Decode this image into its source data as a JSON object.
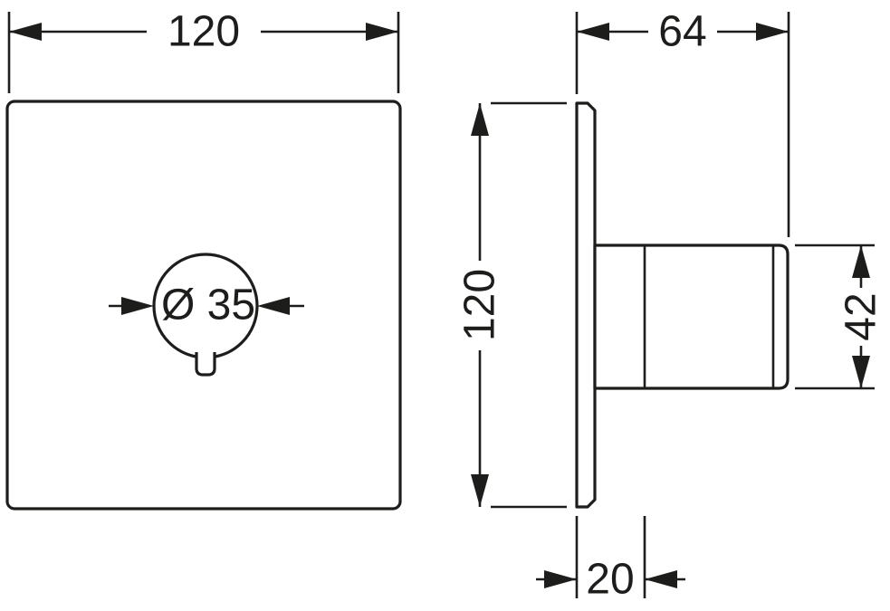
{
  "colors": {
    "line": "#1d1d1b",
    "background": "#ffffff"
  },
  "front_view": {
    "width_label": "120",
    "knob_diameter_label": "Ø 35"
  },
  "side_view": {
    "depth_label": "64",
    "height_label": "120",
    "handle_height_label": "42",
    "base_depth_label": "20"
  }
}
